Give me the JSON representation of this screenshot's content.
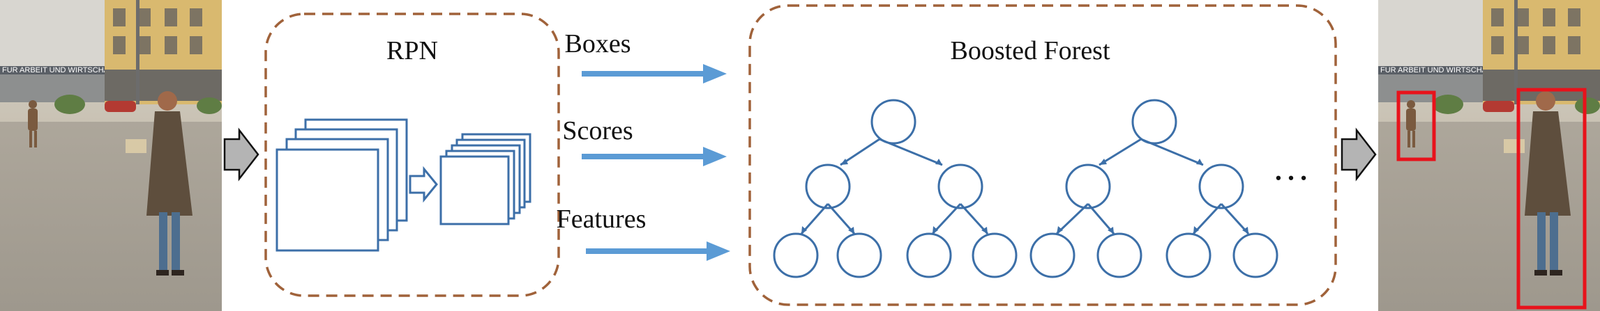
{
  "colors": {
    "dashed_border": "#a0623a",
    "frame_stroke": "#3c6fa8",
    "node_stroke": "#3c6fa8",
    "arrow_fill": "#5b9bd5",
    "detection_box": "#e8121b",
    "text": "#111111"
  },
  "input_image": {
    "sign_text": "FUR ARBEIT UND WIRTSCHAFT"
  },
  "output_image": {
    "sign_text": "FUR ARBEIT UND WIRTSCHAFT"
  },
  "rpn": {
    "title": "RPN"
  },
  "flows": [
    {
      "label": "Boxes"
    },
    {
      "label": "Scores"
    },
    {
      "label": "Features"
    }
  ],
  "forest": {
    "title": "Boosted Forest",
    "ellipsis": "…"
  },
  "icons": [
    "input-arrow-icon",
    "rpn-transition-arrow-icon",
    "output-arrow-icon"
  ]
}
